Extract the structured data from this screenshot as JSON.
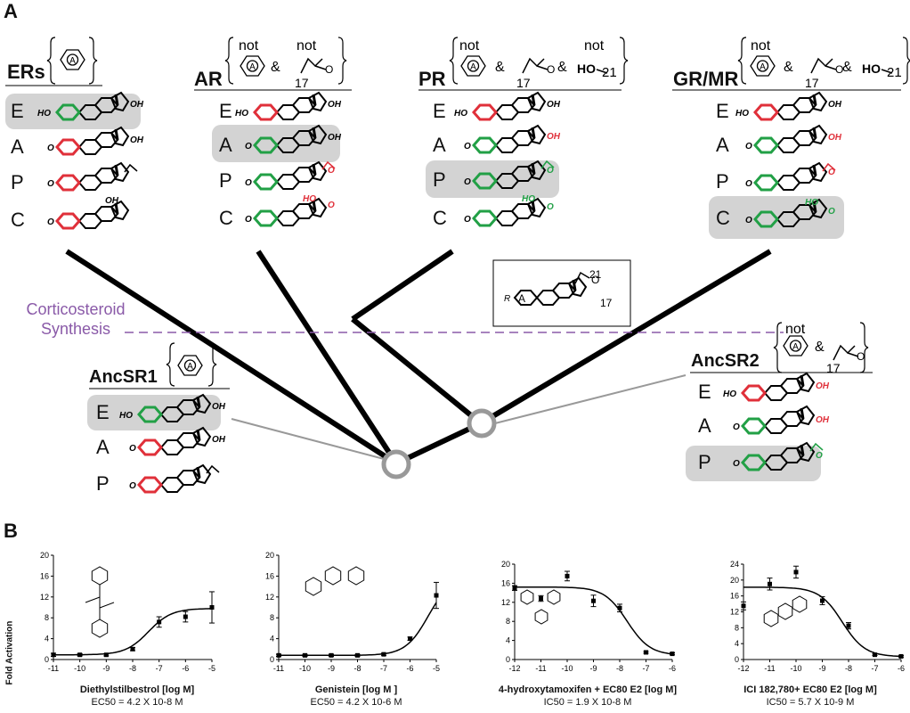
{
  "panel_a": {
    "letter": "A",
    "receptors": [
      {
        "name": "ERs",
        "rows": [
          "E",
          "A",
          "P",
          "C"
        ]
      },
      {
        "name": "AR",
        "rows": [
          "E",
          "A",
          "P",
          "C"
        ]
      },
      {
        "name": "PR",
        "rows": [
          "E",
          "A",
          "P",
          "C"
        ]
      },
      {
        "name": "GR/MR",
        "rows": [
          "E",
          "A",
          "P",
          "C"
        ]
      }
    ],
    "ancestors": [
      {
        "name": "AncSR1",
        "rows": [
          "E",
          "A",
          "P"
        ]
      },
      {
        "name": "AncSR2",
        "rows": [
          "E",
          "A",
          "P"
        ]
      }
    ],
    "req_words": {
      "not": "not",
      "amp": "&",
      "ring": "A",
      "c17": "17",
      "c21": "21"
    },
    "template_labels": {
      "ring": "A",
      "c21": "21",
      "c17": "17"
    },
    "synthesis_label_1": "Corticosteroid",
    "synthesis_label_2": "Synthesis",
    "colors": {
      "red": "#e0303a",
      "green": "#22a046",
      "purple": "#8a5aa8",
      "gray": "#d3d3d3"
    }
  },
  "panel_b": {
    "letter": "B",
    "ylabel": "Fold Activation",
    "chart_data": [
      {
        "type": "scatter",
        "compound": "Diethylstilbestrol",
        "xlabel": "Diethylstilbestrol [log M]",
        "metric": "EC50 = 4.2 X 10-8 M",
        "x": [
          -11,
          -10,
          -9,
          -8,
          -7,
          -6,
          -5
        ],
        "y": [
          0.9,
          0.9,
          0.9,
          2.0,
          7.2,
          8.2,
          10.0
        ],
        "err": [
          0.3,
          0.2,
          0.2,
          0.3,
          1.0,
          1.0,
          3.0
        ],
        "xlim": [
          -11,
          -5
        ],
        "ylim": [
          0,
          20
        ],
        "xticks": [
          "-11",
          "-10",
          "-9",
          "-8",
          "-7",
          "-6",
          "-5"
        ],
        "yticks": [
          "0",
          "4",
          "8",
          "12",
          "16",
          "20"
        ],
        "fit": {
          "bottom": 0.9,
          "top": 9.8,
          "logx50": -7.4
        }
      },
      {
        "type": "scatter",
        "compound": "Genistein",
        "xlabel": "Genistein [log M ]",
        "metric": "EC50 = 4.2 X 10-6 M",
        "x": [
          -11,
          -10,
          -9,
          -8,
          -7,
          -6,
          -5
        ],
        "y": [
          0.8,
          0.8,
          0.8,
          0.8,
          1.0,
          4.0,
          12.3
        ],
        "err": [
          0.2,
          0.2,
          0.2,
          0.2,
          0.2,
          0.3,
          2.5
        ],
        "xlim": [
          -11,
          -5
        ],
        "ylim": [
          0,
          20
        ],
        "xticks": [
          "-11",
          "-10",
          "-9",
          "-8",
          "-7",
          "-6",
          "-5"
        ],
        "yticks": [
          "0",
          "4",
          "8",
          "12",
          "16",
          "20"
        ],
        "fit": {
          "bottom": 0.8,
          "top": 16.0,
          "logx50": -5.3
        }
      },
      {
        "type": "scatter",
        "compound": "4-hydroxytamoxifen + EC80 E2",
        "xlabel": "4-hydroxytamoxifen + EC80 E2 [log M]",
        "metric": "IC50 = 1.9 X 10-8 M",
        "x": [
          -12,
          -11,
          -10,
          -9,
          -8,
          -7,
          -6
        ],
        "y": [
          15.0,
          12.8,
          17.5,
          12.3,
          10.8,
          1.5,
          1.2
        ],
        "err": [
          0.5,
          0.6,
          1.0,
          1.2,
          0.8,
          0.2,
          0.2
        ],
        "xlim": [
          -12,
          -6
        ],
        "ylim": [
          0,
          20
        ],
        "xticks": [
          "-12",
          "-11",
          "-10",
          "-9",
          "-8",
          "-7",
          "-6"
        ],
        "yticks": [
          "0",
          "4",
          "8",
          "12",
          "16",
          "20"
        ],
        "fit": {
          "bottom": 0.9,
          "top": 15.2,
          "logx50": -7.72
        }
      },
      {
        "type": "scatter",
        "compound": "ICI 182,780+ EC80 E2",
        "xlabel": "ICI 182,780+ EC80 E2 [log M]",
        "metric": "IC50 = 5.7 X 10-9 M",
        "x": [
          -12,
          -11,
          -10,
          -9,
          -8,
          -7,
          -6
        ],
        "y": [
          13.5,
          19.0,
          22.0,
          14.8,
          8.5,
          1.2,
          0.8
        ],
        "err": [
          1.0,
          1.5,
          1.5,
          1.0,
          0.8,
          0.2,
          0.2
        ],
        "xlim": [
          -12,
          -6
        ],
        "ylim": [
          0,
          24
        ],
        "xticks": [
          "-12",
          "-11",
          "-10",
          "-9",
          "-8",
          "-7",
          "-6"
        ],
        "yticks": [
          "0",
          "4",
          "8",
          "12",
          "16",
          "20",
          "24"
        ],
        "fit": {
          "bottom": 0.7,
          "top": 18.2,
          "logx50": -8.24
        }
      }
    ]
  }
}
